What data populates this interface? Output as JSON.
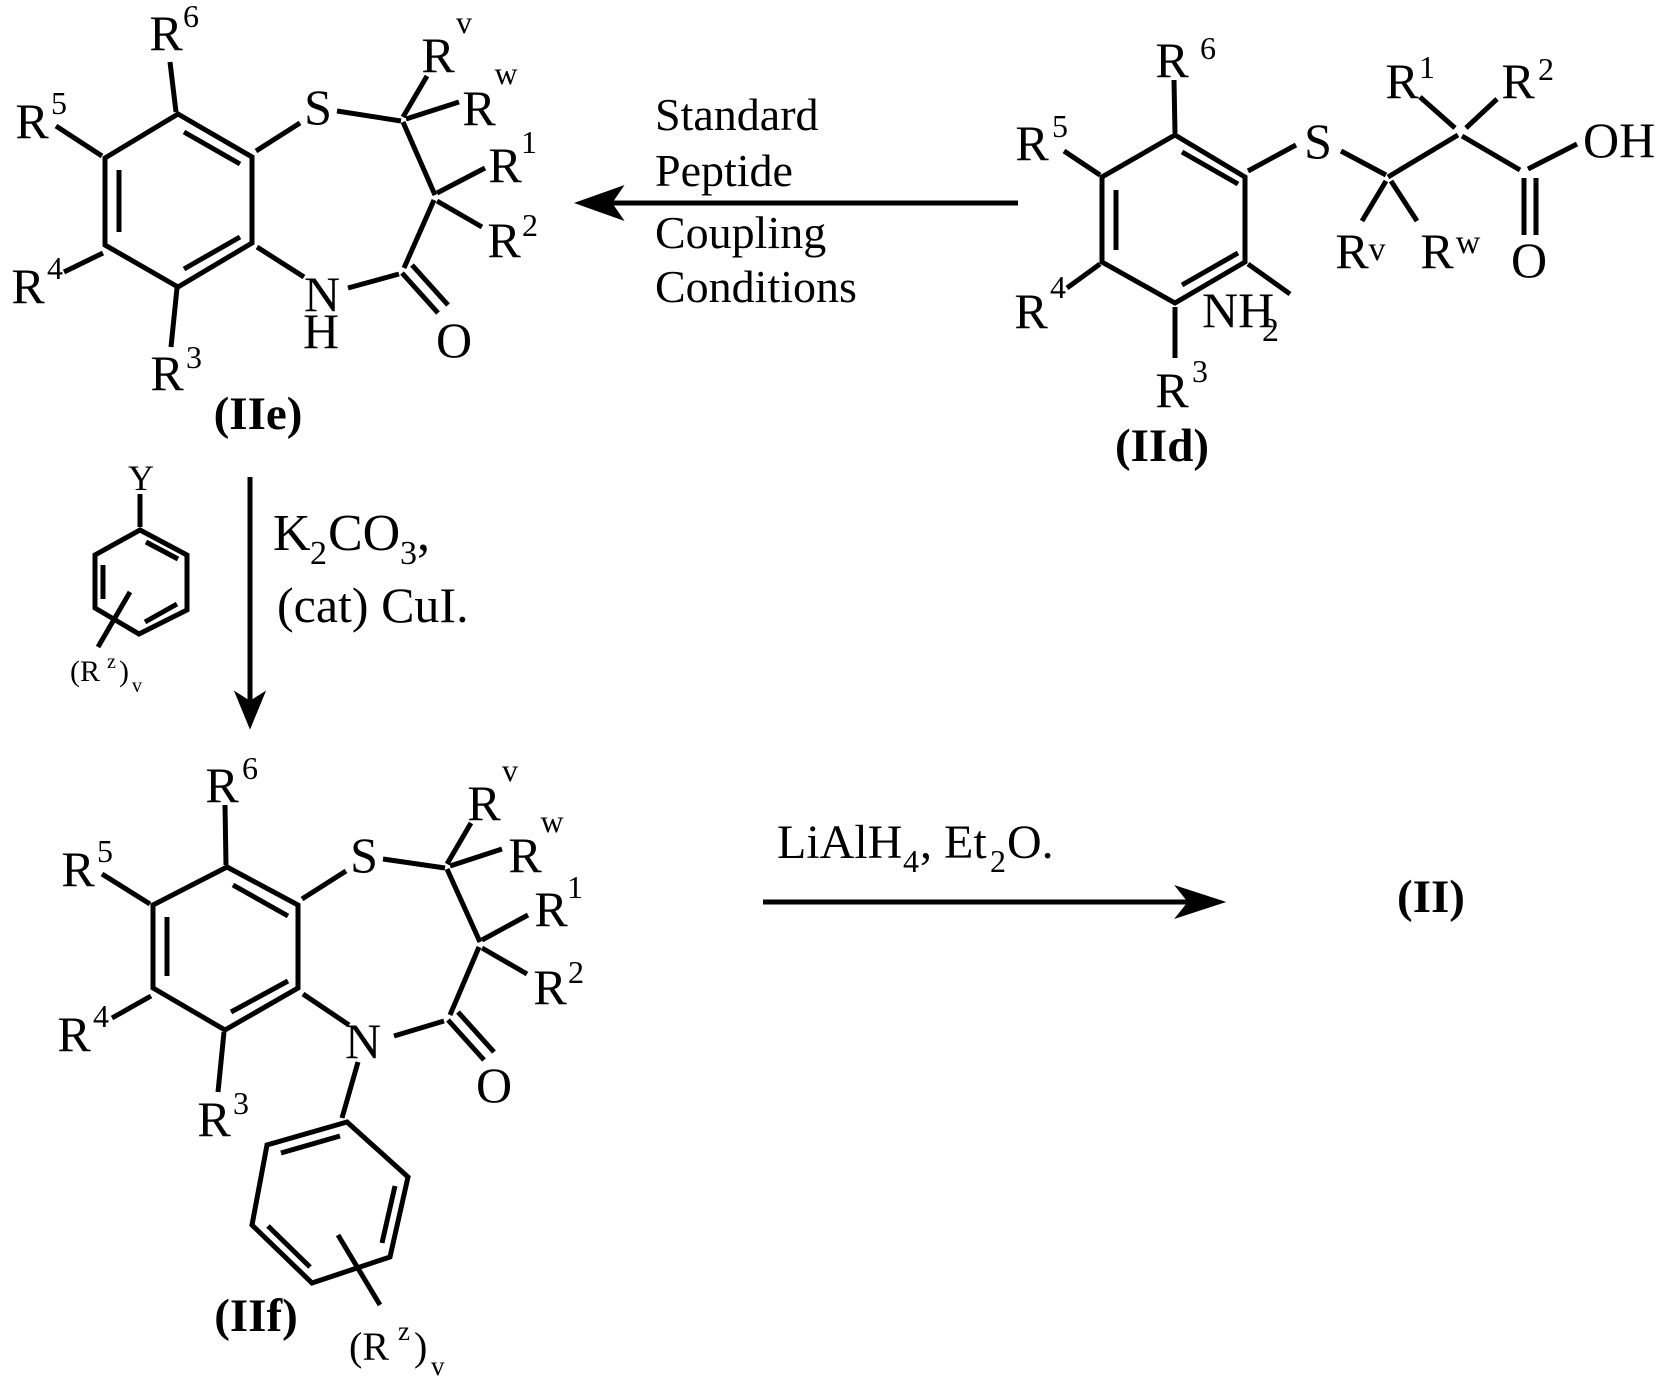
{
  "figure": {
    "compounds": {
      "IIe": {
        "label": "(IIe)",
        "atoms": {
          "S": "S",
          "N": "N",
          "H": "H",
          "O": "O"
        },
        "subs": {
          "R6": {
            "b": "R",
            "s": "6"
          },
          "R5": {
            "b": "R",
            "s": "5"
          },
          "R4": {
            "b": "R",
            "s": "4"
          },
          "R3": {
            "b": "R",
            "s": "3"
          },
          "Rv": {
            "b": "R",
            "s": "v"
          },
          "Rw": {
            "b": "R",
            "s": "w"
          },
          "R1": {
            "b": "R",
            "s": "1"
          },
          "R2": {
            "b": "R",
            "s": "2"
          }
        }
      },
      "IId": {
        "label": "(IId)",
        "atoms": {
          "S": "S",
          "O": "O",
          "OH": "OH",
          "NH": "NH",
          "NH_sub": "2"
        },
        "subs": {
          "R6": {
            "b": "R",
            "s": "6"
          },
          "R5": {
            "b": "R",
            "s": "5"
          },
          "R4": {
            "b": "R",
            "s": "4"
          },
          "R3": {
            "b": "R",
            "s": "3"
          },
          "Rv": {
            "b": "R",
            "s": "v"
          },
          "Rw": {
            "b": "R",
            "s": "w"
          },
          "R1": {
            "b": "R",
            "s": "1"
          },
          "R2": {
            "b": "R",
            "s": "2"
          }
        }
      },
      "IIf": {
        "label": "(IIf)",
        "atoms": {
          "S": "S",
          "N": "N",
          "O": "O"
        },
        "subs": {
          "R6": {
            "b": "R",
            "s": "6"
          },
          "R5": {
            "b": "R",
            "s": "5"
          },
          "R4": {
            "b": "R",
            "s": "4"
          },
          "R3": {
            "b": "R",
            "s": "3"
          },
          "Rv": {
            "b": "R",
            "s": "v"
          },
          "Rw": {
            "b": "R",
            "s": "w"
          },
          "R1": {
            "b": "R",
            "s": "1"
          },
          "R2": {
            "b": "R",
            "s": "2"
          }
        },
        "aryl_sub": {
          "open": "(R",
          "sup": "z",
          "close": ")",
          "sub": "v"
        }
      },
      "II": {
        "label": "(II)"
      }
    },
    "reagents": {
      "aryl_halide": {
        "Y": "Y",
        "aryl_sub": {
          "open": "(R",
          "sup": "z",
          "close": ")",
          "sub": "v"
        }
      }
    },
    "reactions": {
      "peptide_coupling": {
        "lines": [
          "Standard",
          "Peptide",
          "Coupling",
          "Conditions"
        ]
      },
      "arylation": {
        "base1": "K",
        "sub1": "2",
        "base2": "CO",
        "sub2": "3",
        "base3": ",",
        "line2": "(cat) CuI."
      },
      "reduction": {
        "base1": "LiAlH",
        "sub1": "4",
        "base2": ", Et",
        "sub2": "2",
        "base3": "O."
      }
    }
  },
  "colors": {
    "ink": "#000000",
    "paper": "#ffffff"
  }
}
